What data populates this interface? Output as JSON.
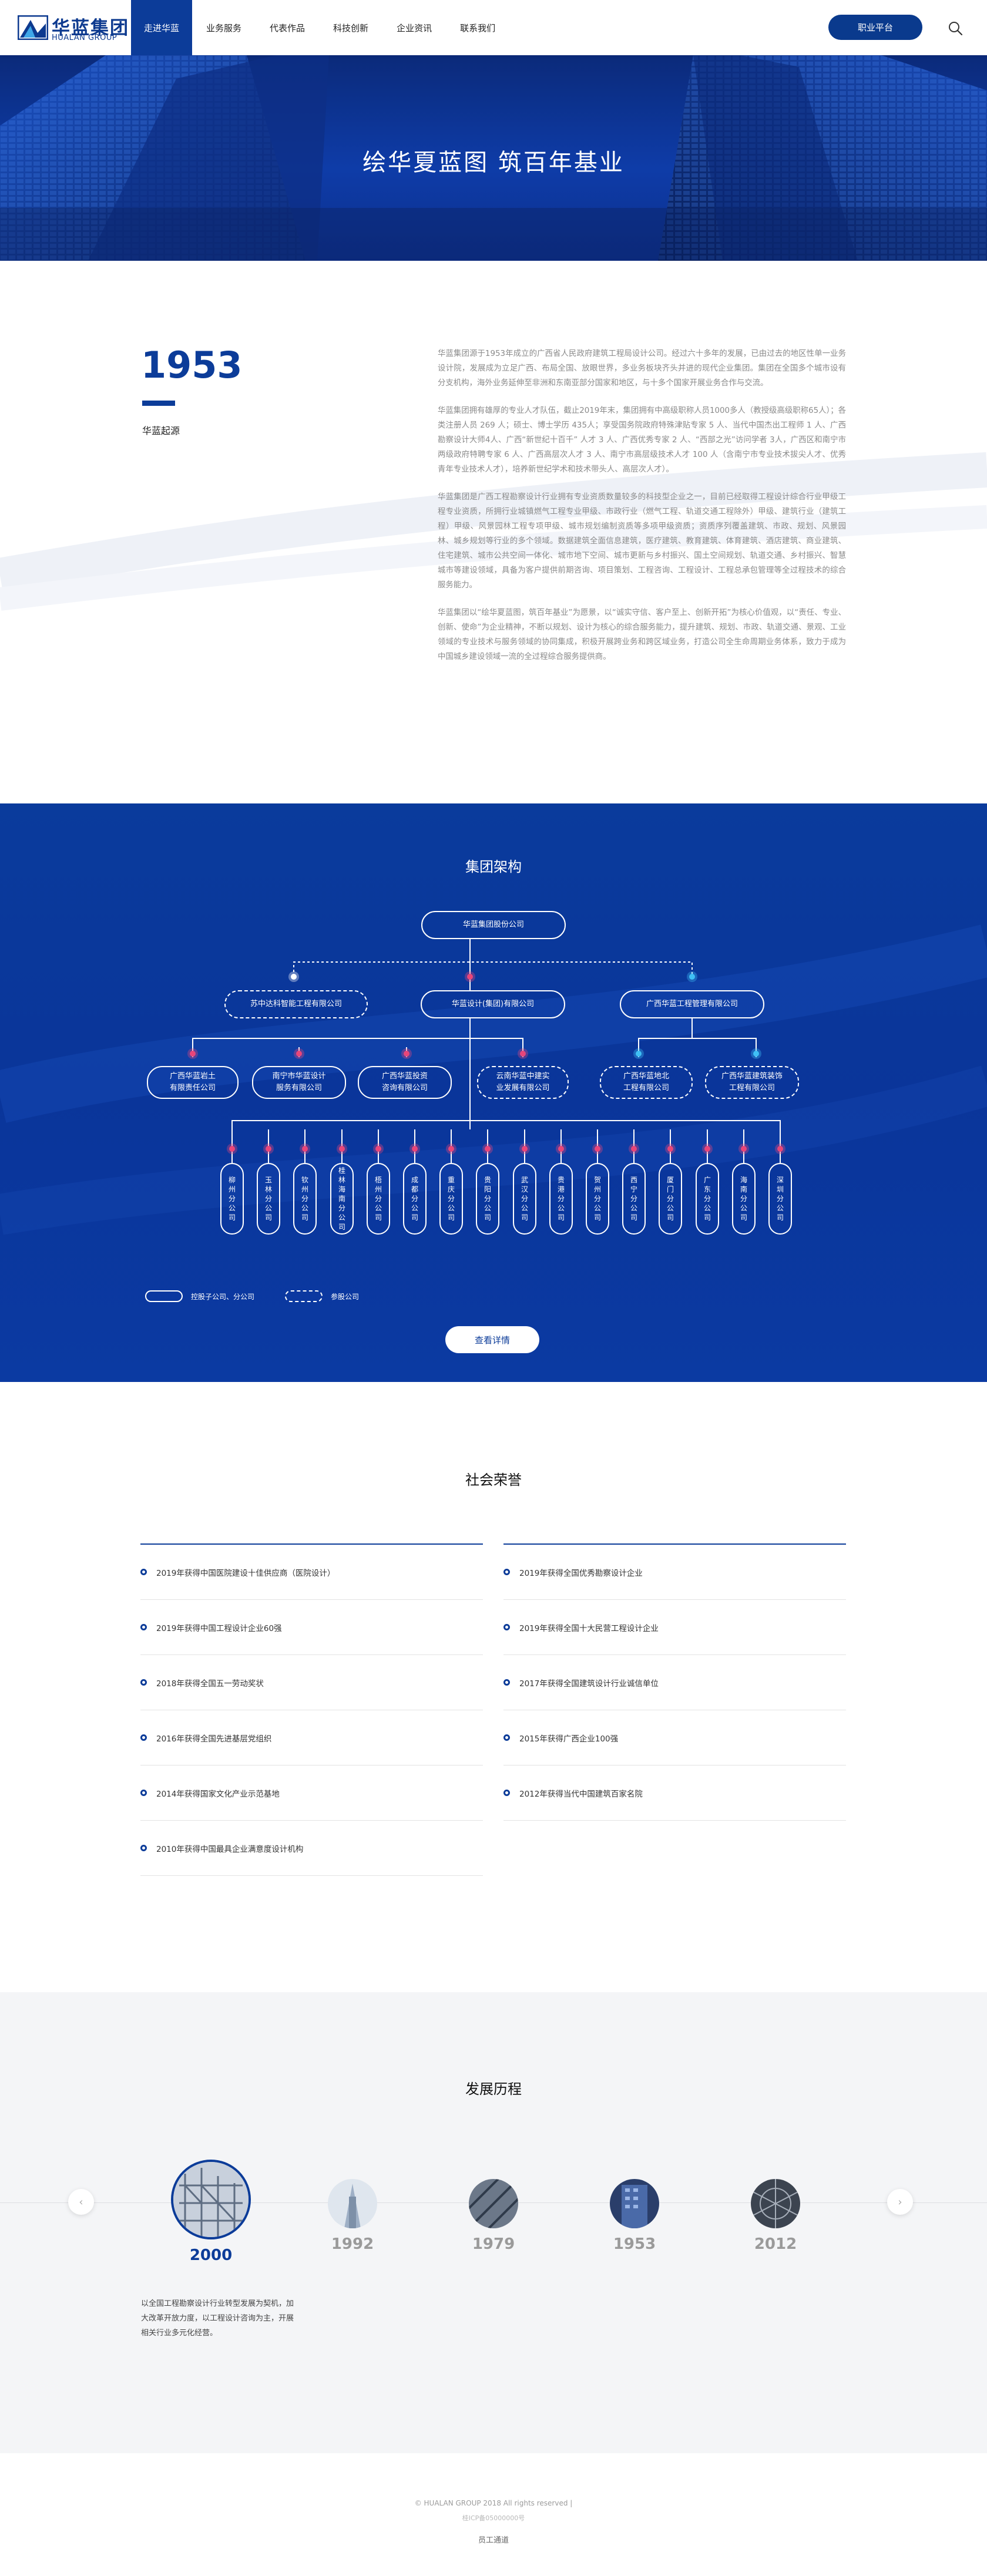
{
  "header": {
    "logo_cn": "华蓝集团",
    "logo_en": "HUALAN GROUP",
    "nav": [
      "走进华蓝",
      "业务服务",
      "代表作品",
      "科技创新",
      "企业资讯",
      "联系我们"
    ],
    "career_label": "职业平台"
  },
  "hero": {
    "title": "绘华夏蓝图 筑百年基业"
  },
  "intro": {
    "year": "1953",
    "label": "华蓝起源",
    "paragraphs": [
      "华蓝集团源于1953年成立的广西省人民政府建筑工程局设计公司。经过六十多年的发展，已由过去的地区性单一业务设计院，发展成为立足广西、布局全国、放眼世界，多业务板块齐头并进的现代企业集团。集团在全国多个城市设有分支机构，海外业务延伸至非洲和东南亚部分国家和地区，与十多个国家开展业务合作与交流。",
      "华蓝集团拥有雄厚的专业人才队伍，截止2019年末，集团拥有中高级职称人员1000多人（教授级高级职称65人）；各类注册人员 269 人；硕士、博士学历 435人；享受国务院政府特殊津贴专家 5 人、当代中国杰出工程师 1 人、广西勘察设计大师4人、广西“新世纪十百千” 人才 3 人、广西优秀专家 2 人、“西部之光”访问学者 3人，广西区和南宁市两级政府特聘专家 6 人、广西高层次人才 3 人、南宁市高层级技术人才 100 人（含南宁市专业技术拔尖人才、优秀青年专业技术人才），培养新世纪学术和技术带头人、高层次人才）。",
      "华蓝集团是广西工程勘察设计行业拥有专业资质数量较多的科技型企业之一，目前已经取得工程设计综合行业甲级工程专业资质，所拥行业城镇燃气工程专业甲级、市政行业（燃气工程、轨道交通工程除外）甲级、建筑行业（建筑工程）甲级、风景园林工程专项甲级、城市规划编制资质等多项甲级资质；资质序列覆盖建筑、市政、规划、风景园林、城乡规划等行业的多个领域。数据建筑全面信息建筑，医疗建筑、教育建筑、体育建筑、酒店建筑、商业建筑、住宅建筑、城市公共空间一体化、城市地下空间、城市更新与乡村振兴、国土空间规划、轨道交通、乡村振兴、智慧城市等建设领域，具备为客户提供前期咨询、项目策划、工程咨询、工程设计、工程总承包管理等全过程技术的综合服务能力。",
      "华蓝集团以“绘华夏蓝图，筑百年基业”为愿景，以“诚实守信、客户至上、创新开拓”为核心价值观，以“责任、专业、创新、使命”为企业精神，不断以规划、设计为核心的综合服务能力，提升建筑、规划、市政、轨道交通、景观、工业领域的专业技术与服务领域的协同集成，积极开展跨业务和跨区域业务，打造公司全生命周期业务体系，致力于成为中国城乡建设领域一流的全过程综合服务提供商。"
    ]
  },
  "org": {
    "title": "集团架构",
    "top": "华蓝集团股份公司",
    "level2": [
      "苏中达科智能工程有限公司",
      "华蓝设计(集团)有限公司",
      "广西华蓝工程管理有限公司"
    ],
    "level3": [
      "广西华蓝岩土\n有限责任公司",
      "南宁市华蓝设计\n服务有限公司",
      "广西华蓝投资\n咨询有限公司",
      "云南华蓝中建实\n业发展有限公司",
      "广西华蓝地北\n工程有限公司",
      "广西华蓝建筑装饰\n工程有限公司"
    ],
    "branches": [
      "柳州分公司",
      "玉林分公司",
      "钦州分公司",
      "桂林海南分公司",
      "梧州分公司",
      "成都分公司",
      "重庆分公司",
      "贵阳分公司",
      "武汉分公司",
      "贵港分公司",
      "贺州分公司",
      "西宁分公司",
      "厦门分公司",
      "广东分公司",
      "海南分公司",
      "深圳分公司"
    ],
    "legend_solid": "控股子公司、分公司",
    "legend_dash": "参股公司",
    "detail_label": "查看详情"
  },
  "honors": {
    "title": "社会荣誉",
    "left": [
      "2019年获得中国医院建设十佳供应商（医院设计）",
      "2019年获得中国工程设计企业60强",
      "2018年获得全国五一劳动奖状",
      "2016年获得全国先进基层党组织",
      "2014年获得国家文化产业示范基地",
      "2010年获得中国最具企业满意度设计机构"
    ],
    "right": [
      "2019年获得全国优秀勘察设计企业",
      "2019年获得全国十大民营工程设计企业",
      "2017年获得全国建筑设计行业诚信单位",
      "2015年获得广西企业100强",
      "2012年获得当代中国建筑百家名院"
    ]
  },
  "history": {
    "title": "发展历程",
    "years": [
      "2000",
      "1992",
      "1979",
      "1953",
      "2012"
    ],
    "description": "以全国工程勘察设计行业转型发展为契机，加大改革开放力度，以工程设计咨询为主，开展相关行业多元化经营。",
    "prev_glyph": "‹",
    "next_glyph": "›"
  },
  "footer": {
    "copyright": "© HUALAN GROUP 2018 All rights reserved |",
    "icp": "桂ICP备05000000号",
    "link": "员工通道"
  },
  "colors": {
    "brand": "#0c3c99",
    "accent_pink": "#e8467a",
    "accent_cyan": "#3fc0f5"
  }
}
